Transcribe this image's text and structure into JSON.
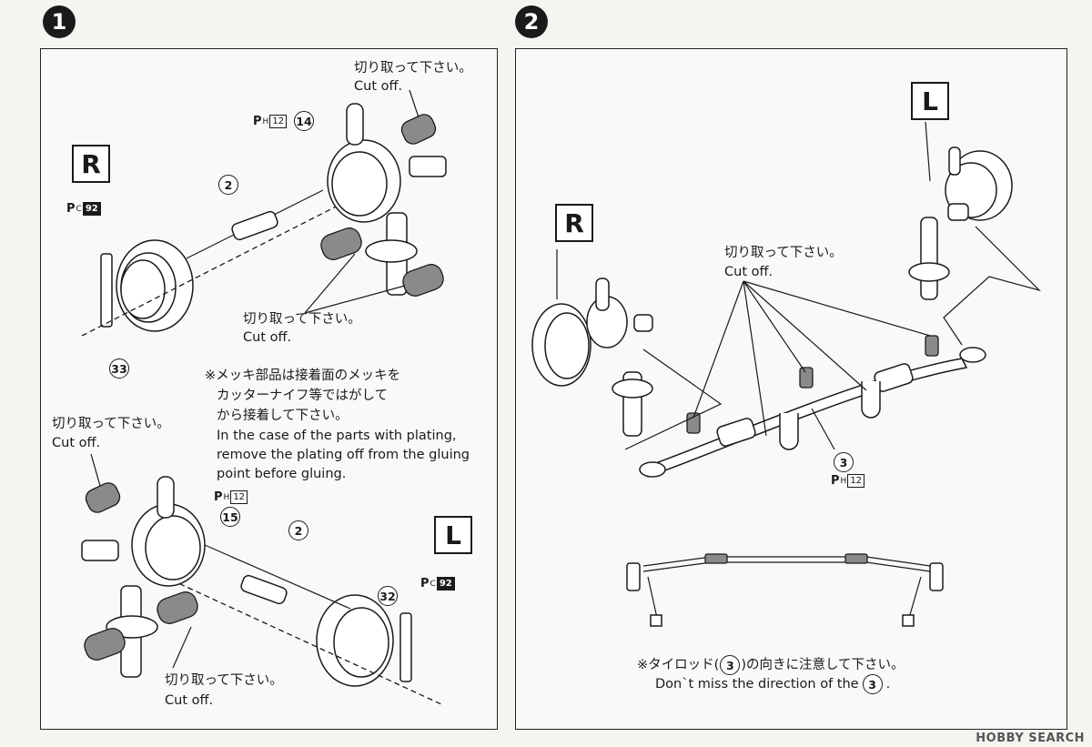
{
  "steps": {
    "step1": "1",
    "step2": "2"
  },
  "panel1": {
    "side_r": "R",
    "side_l": "L",
    "cut_off_jp": "切り取って下さい。",
    "cut_off_en": "Cut off.",
    "note_jp_1": "※メッキ部品は接着面のメッキを",
    "note_jp_2": "カッターナイフ等ではがして",
    "note_jp_3": "から接着して下さい。",
    "note_en_1": "In the case of the parts with plating,",
    "note_en_2": "remove the plating off from the gluing",
    "note_en_3": "point before gluing.",
    "parts": {
      "p2": "2",
      "p14": "14",
      "p15": "15",
      "p32": "32",
      "p33": "33"
    },
    "ref_ph": {
      "letter": "P",
      "sub": "H",
      "num": "12"
    },
    "ref_pc": {
      "letter": "P",
      "sub": "C",
      "num": "92"
    }
  },
  "panel2": {
    "side_r": "R",
    "side_l": "L",
    "cut_off_jp": "切り取って下さい。",
    "cut_off_en": "Cut off.",
    "part3": "3",
    "ref_ph": {
      "letter": "P",
      "sub": "H",
      "num": "12"
    },
    "note_jp_pre": "※タイロッド(",
    "note_jp_num": "3",
    "note_jp_post": ")の向きに注意して下さい。",
    "note_en_pre": "Don`t miss the direction of the",
    "note_en_num": "3",
    "note_en_post": "."
  },
  "watermark": "HOBBY SEARCH"
}
